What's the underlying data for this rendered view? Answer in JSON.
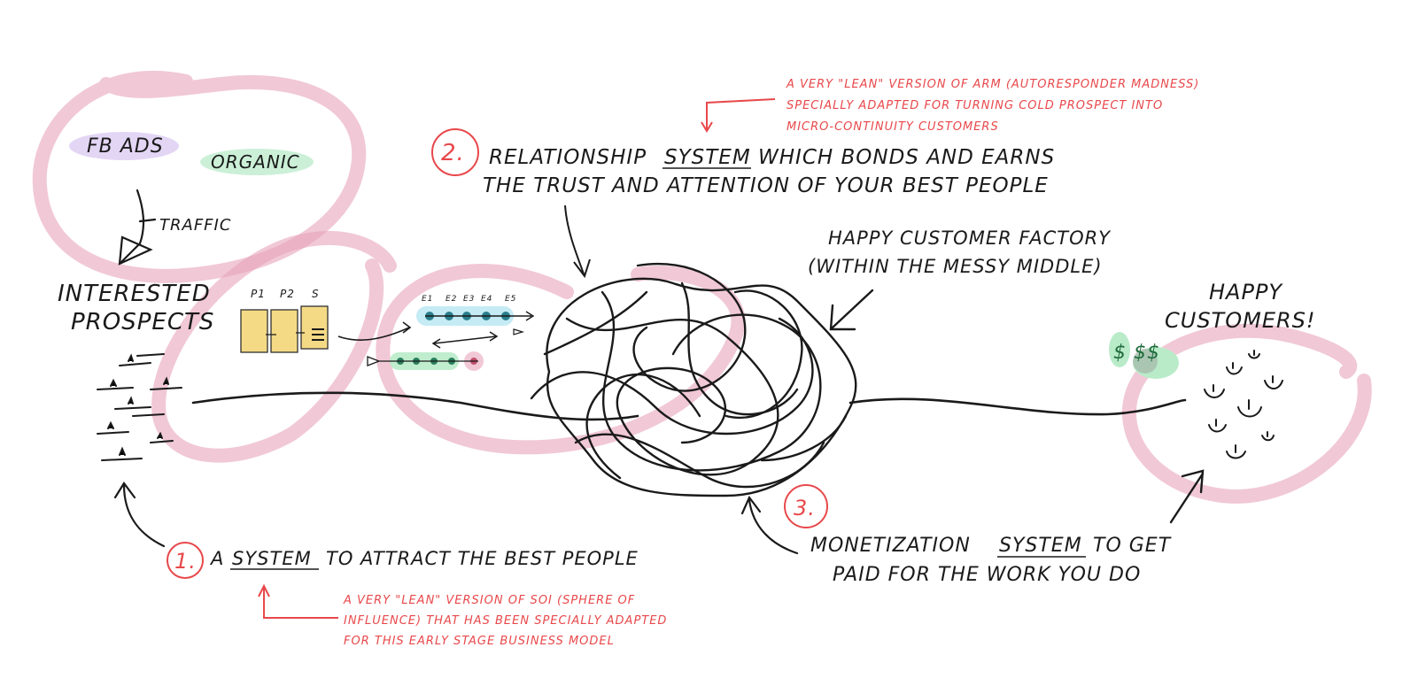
{
  "traffic_sources": {
    "fb_ads": "FB ADS",
    "organic": "ORGANIC",
    "traffic_label": "TRAFFIC"
  },
  "prospects": {
    "line1": "INTERESTED",
    "line2": "PROSPECTS",
    "page_labels": [
      "P1",
      "P2",
      "S"
    ],
    "email_labels": [
      "E1",
      "E2",
      "E3",
      "E4",
      "E5"
    ]
  },
  "factory": {
    "line1": "HAPPY CUSTOMER FACTORY",
    "line2": "(WITHIN THE MESSY MIDDLE)"
  },
  "customers": {
    "line1": "HAPPY",
    "line2": "CUSTOMERS!",
    "money": "$ $$"
  },
  "step1": {
    "number": "1.",
    "pre": "A",
    "keyword": "SYSTEM",
    "post": "TO ATTRACT THE BEST PEOPLE",
    "note": [
      "A VERY \"LEAN\" VERSION OF SOI (SPHERE OF",
      "INFLUENCE) THAT HAS BEEN SPECIALLY ADAPTED",
      "FOR THIS EARLY STAGE BUSINESS MODEL"
    ]
  },
  "step2": {
    "number": "2.",
    "line1_pre": "RELATIONSHIP",
    "keyword": "SYSTEM",
    "line1_post": "WHICH BONDS AND EARNS",
    "line2": "THE TRUST AND ATTENTION OF YOUR BEST PEOPLE",
    "note": [
      "A VERY \"LEAN\" VERSION OF ARM (AUTORESPONDER MADNESS)",
      "SPECIALLY ADAPTED FOR TURNING COLD PROSPECT INTO",
      "MICRO-CONTINUITY CUSTOMERS"
    ]
  },
  "step3": {
    "number": "3.",
    "line1_pre": "MONETIZATION",
    "keyword": "SYSTEM",
    "line1_post": "TO GET",
    "line2": "PAID FOR THE WORK YOU DO"
  },
  "colors": {
    "ink": "#1a1a1a",
    "accent_red": "#e8484b",
    "pink_highlight": "#e7a3bb",
    "purple_highlight": "#d9c8f2",
    "green_highlight": "#b9ebc9",
    "yellow_page": "#f4d77a",
    "blue_dot": "#bfe9f4"
  }
}
